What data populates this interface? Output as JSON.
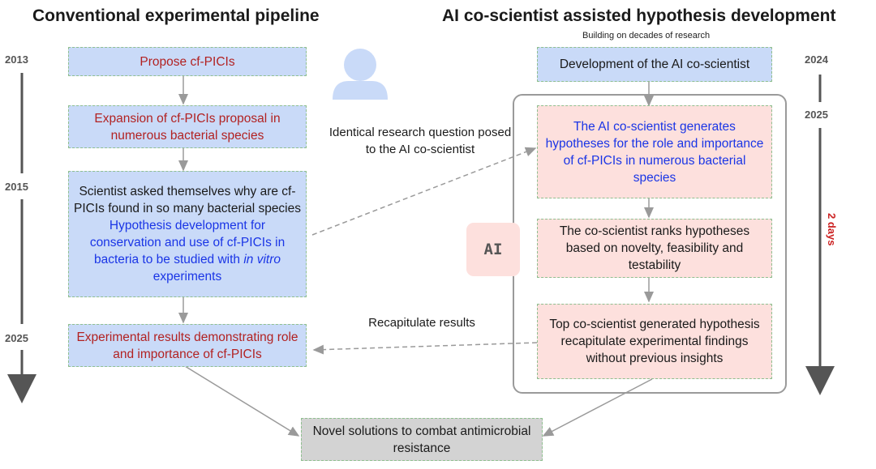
{
  "titles": {
    "left": "Conventional experimental pipeline",
    "right": "AI co-scientist assisted hypothesis development"
  },
  "subtitle_right": "Building on decades of research",
  "years_left": [
    "2013",
    "2015",
    "2025"
  ],
  "years_right": [
    "2024",
    "2025"
  ],
  "duration_label": "2 days",
  "ai_badge": "AI",
  "person_icon": "person-silhouette-icon",
  "left_boxes": {
    "propose": "Propose cf-PICIs",
    "expansion": "Expansion of cf-PICIs proposal in numerous bacterial species",
    "scientist_line1": "Scientist asked themselves why are cf-PICIs found in so many bacterial species",
    "scientist_line2_main": "Hypothesis development for conservation and use of cf-PICIs in bacteria to be studied with ",
    "scientist_line2_italic": "in vitro",
    "scientist_line2_end": " experiments",
    "results": "Experimental results demonstrating role and importance of cf-PICIs"
  },
  "right_boxes": {
    "development": "Development of the AI co-scientist",
    "generates": "The AI co-scientist generates hypotheses for the role and importance of cf-PICIs in numerous bacterial species",
    "ranks": "The co-scientist ranks hypotheses based on novelty, feasibility and testability",
    "top": "Top co-scientist generated hypothesis recapitulate experimental findings without previous insights"
  },
  "bottom_box": "Novel solutions to combat antimicrobial resistance",
  "notes": {
    "identical": "Identical research question posed to the AI co-scientist",
    "recapitulate": "Recapitulate results"
  },
  "colors": {
    "blue_box": "#c9daf8",
    "pink_box": "#fde0dd",
    "gray_box": "#d3d3d3",
    "red_text": "#b22222",
    "blue_text": "#1a35e6",
    "accent_red": "#cc2222"
  }
}
